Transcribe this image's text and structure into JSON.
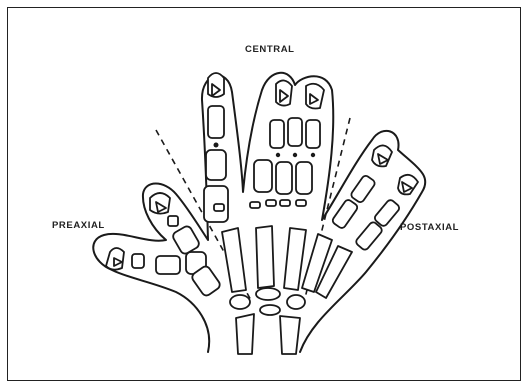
{
  "labels": {
    "central": "CENTRAL",
    "preaxial": "PREAXIAL",
    "postaxial": "POSTAXIAL"
  }
}
